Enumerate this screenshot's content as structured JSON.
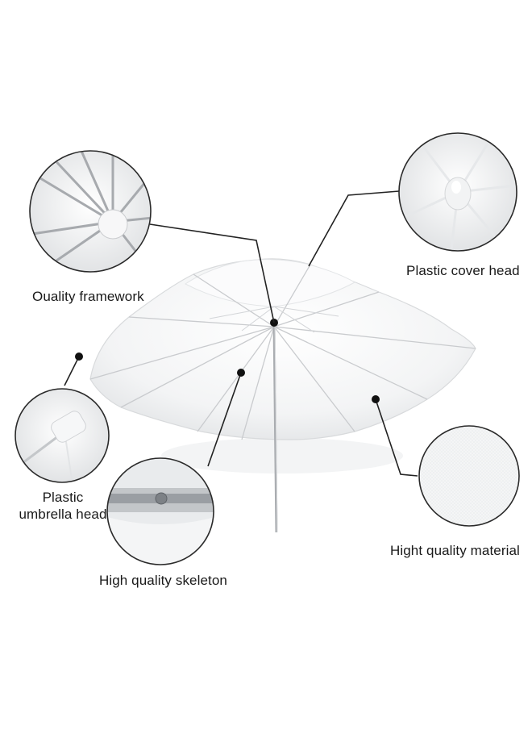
{
  "callouts": {
    "framework": "Ouality framework",
    "cover_head": "Plastic cover head",
    "umbrella_head_line1": "Plastic",
    "umbrella_head_line2": "umbrella head",
    "skeleton": "High quality skeleton",
    "material": "Hight quality material"
  },
  "colors": {
    "canopy": "#f4f5f6",
    "rib": "#c9cbce",
    "circle_border": "#2a2a2a",
    "leader_line": "#222222",
    "dot": "#111111",
    "text": "#1a1a1a"
  }
}
